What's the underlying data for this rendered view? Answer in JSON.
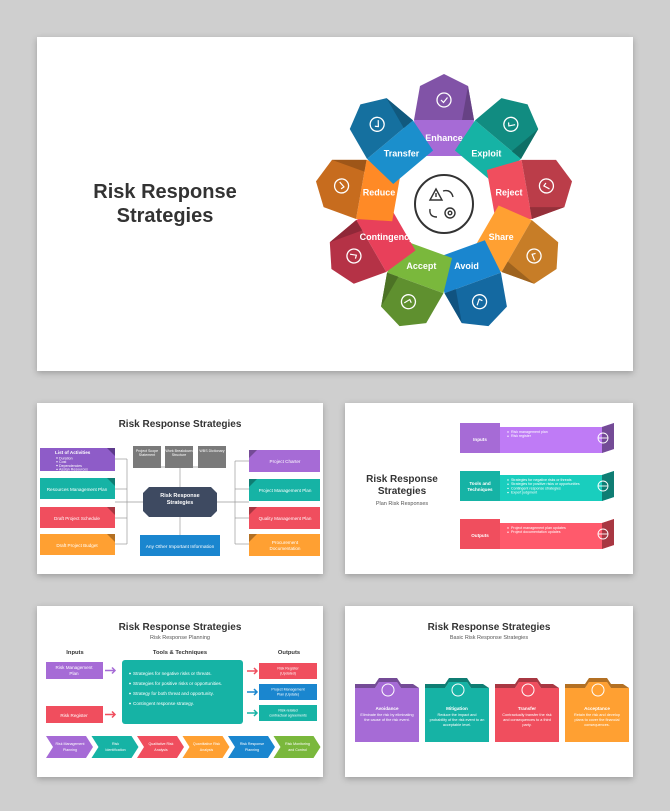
{
  "slide1": {
    "title_line1": "Risk Response",
    "title_line2": "Strategies",
    "petals": [
      {
        "label": "Enhance",
        "icon": "magic-wand-icon",
        "color": "#a66bd6"
      },
      {
        "label": "Exploit",
        "icon": "laptop-icon",
        "color": "#16b3a5"
      },
      {
        "label": "Reject",
        "icon": "document-reject-icon",
        "color": "#f04e5e"
      },
      {
        "label": "Share",
        "icon": "share-icon",
        "color": "#ffa032"
      },
      {
        "label": "Avoid",
        "icon": "no-entry-icon",
        "color": "#1a86cf"
      },
      {
        "label": "Accept",
        "icon": "check-circle-icon",
        "color": "#7ab83c"
      },
      {
        "label": "Contingency",
        "icon": "dice-icon",
        "color": "#e8405a"
      },
      {
        "label": "Reduce",
        "icon": "chart-down-icon",
        "color": "#ff8a26"
      },
      {
        "label": "Transfer",
        "icon": "transfer-arrows-icon",
        "color": "#1b8fcc"
      }
    ]
  },
  "slide2": {
    "title": "Risk Response Strategies",
    "center": "Risk Response Strategies",
    "activities_title": "List of Activities",
    "activities": [
      "Duration",
      "Cost",
      "Dependencies",
      "Assign Resources"
    ],
    "left": [
      "Resources Management Plan",
      "Draft Project Schedule",
      "Draft Project Budget"
    ],
    "top": [
      "Project Scope Statement",
      "Work Breakdown Structure",
      "WBS Dictionary"
    ],
    "right": [
      "Project Charter",
      "Project Management Plan",
      "Quality Management Plan",
      "Procurement Documentation"
    ],
    "bottom": "Any Other Important Information"
  },
  "slide3": {
    "title_line1": "Risk Response",
    "title_line2": "Strategies",
    "subtitle": "Plan Risk Responses",
    "rows": [
      {
        "label": "Inputs",
        "items": [
          "Risk management plan",
          "Risk register"
        ]
      },
      {
        "label": "Tools and Techniques",
        "items": [
          "Strategies for negative risks or threats",
          "Strategies for positive risks or opportunities",
          "Contingent response strategies",
          "Expert judgment"
        ]
      },
      {
        "label": "Outputs",
        "items": [
          "Project management plan updates",
          "Project documentation updates"
        ]
      }
    ]
  },
  "slide4": {
    "title": "Risk Response Strategies",
    "subtitle": "Risk Response Planning",
    "col_inputs": "Inputs",
    "col_tools": "Tools & Techniques",
    "col_outputs": "Outputs",
    "inputs": [
      "Risk Management Plan",
      "Risk Register"
    ],
    "tools": [
      "Strategies for negative risks or threats.",
      "Strategies for positive risks or opportunities.",
      "Strategy for both threat and opportunity.",
      "Contingent response strategy."
    ],
    "outputs": [
      "Risk Register (Updated)",
      "Project Management Plan (Update)",
      "Risk-related contractual agreements"
    ],
    "steps": [
      "Risk Management Planning",
      "Risk Identification",
      "Qualitative Risk Analysis",
      "Quantitative Risk Analysis",
      "Risk Response Planning",
      "Risk Monitoring and Control"
    ]
  },
  "slide5": {
    "title": "Risk Response Strategies",
    "subtitle": "Basic Risk Response Strategies",
    "cards": [
      {
        "title": "Avoidance",
        "desc": "Eliminate the risk by eliminating the cause of the risk event."
      },
      {
        "title": "Mitigation",
        "desc": "Reduce the impact and probability of the risk event to an acceptable level."
      },
      {
        "title": "Transfer",
        "desc": "Contractually transfer the risk and consequences to a third party."
      },
      {
        "title": "Acceptance",
        "desc": "Retain the risk and develop plans to cover the financial consequences."
      }
    ]
  }
}
